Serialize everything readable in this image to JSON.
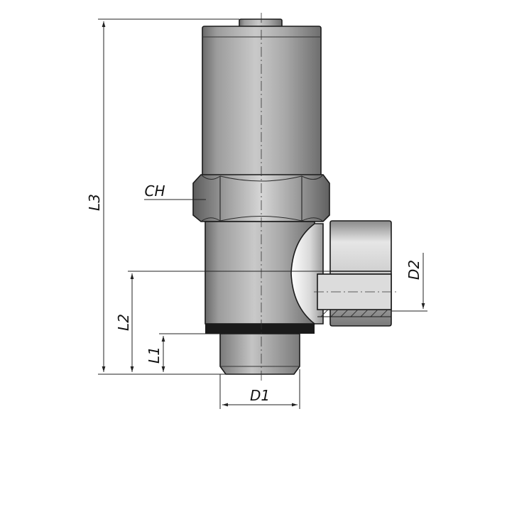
{
  "labels": {
    "L3": "L3",
    "L2": "L2",
    "L1": "L1",
    "D1": "D1",
    "D2": "D2",
    "CH": "CH"
  },
  "colors": {
    "body_metal": "#9a9a9a",
    "highlight": "#e8e8e8",
    "shadow": "#5a5a5a",
    "seal_ring": "#1a1a1a",
    "line": "#1a1a1a"
  }
}
